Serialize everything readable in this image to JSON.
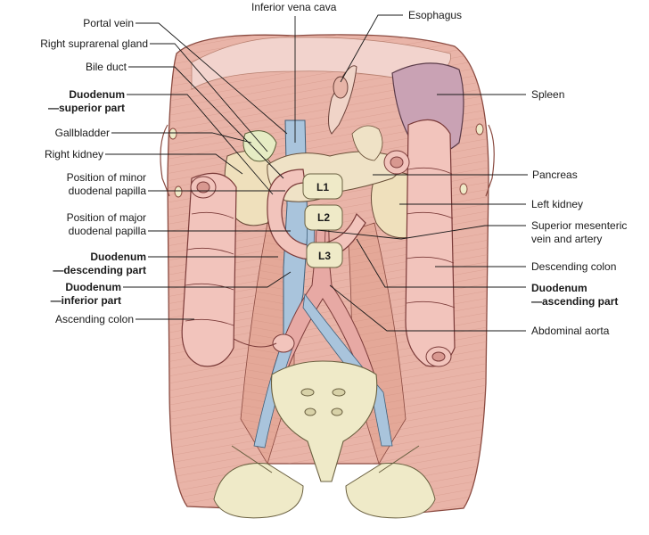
{
  "labels": {
    "portal_vein": "Portal vein",
    "right_suprarenal": "Right suprarenal gland",
    "bile_duct": "Bile duct",
    "duodenum_superior_1": "Duodenum",
    "duodenum_superior_2": "—superior part",
    "gallbladder": "Gallbladder",
    "right_kidney": "Right kidney",
    "minor_papilla_1": "Position of minor",
    "minor_papilla_2": "duodenal papilla",
    "major_papilla_1": "Position of major",
    "major_papilla_2": "duodenal papilla",
    "duodenum_descending_1": "Duodenum",
    "duodenum_descending_2": "—descending part",
    "duodenum_inferior_1": "Duodenum",
    "duodenum_inferior_2": "—inferior part",
    "ascending_colon": "Ascending colon",
    "inferior_vena_cava": "Inferior vena cava",
    "esophagus": "Esophagus",
    "spleen": "Spleen",
    "pancreas": "Pancreas",
    "left_kidney": "Left kidney",
    "sma_1": "Superior mesenteric",
    "sma_2": "vein and artery",
    "descending_colon": "Descending colon",
    "duodenum_ascending_1": "Duodenum",
    "duodenum_ascending_2": "—ascending part",
    "abdominal_aorta": "Abdominal aorta"
  },
  "vertebrae": {
    "l1": "L1",
    "l2": "L2",
    "l3": "L3"
  },
  "colors": {
    "muscle": "#e9b4a8",
    "muscle_dark": "#c98878",
    "bone": "#efeac8",
    "vein": "#a9c4dc",
    "artery": "#e7a9a4",
    "spleen": "#c9a2b4",
    "pancreas": "#efe2c6",
    "diaphragm": "#f2d3cd",
    "line": "#1a1a1a"
  }
}
